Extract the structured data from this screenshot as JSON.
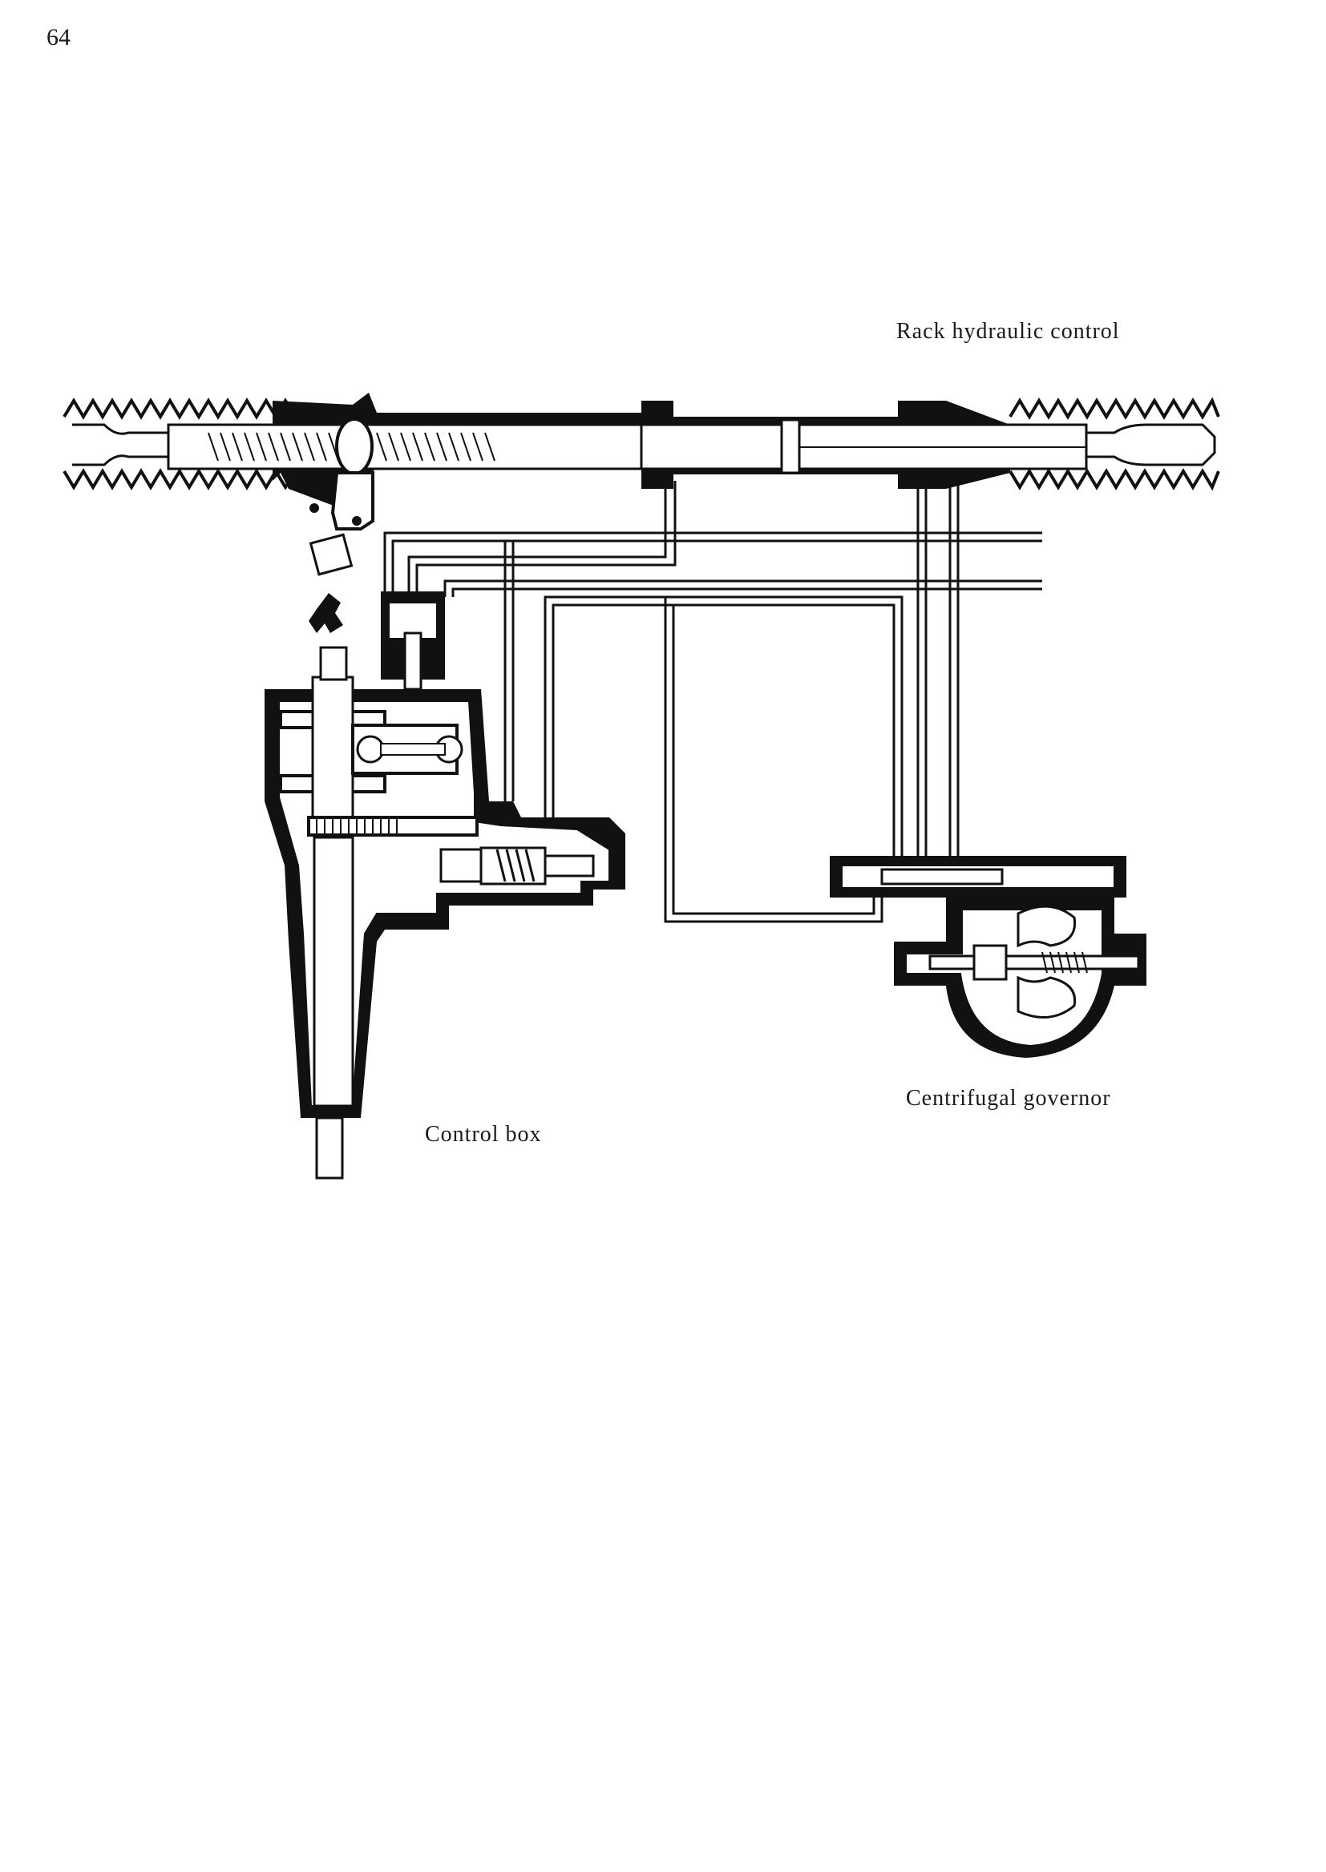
{
  "page": {
    "number": "64"
  },
  "labels": {
    "rack_hydraulic_control": "Rack hydraulic control",
    "centrifugal_governor": "Centrifugal governor",
    "control_box": "Control box"
  },
  "colors": {
    "ink": "#111111",
    "paper": "#ffffff"
  }
}
